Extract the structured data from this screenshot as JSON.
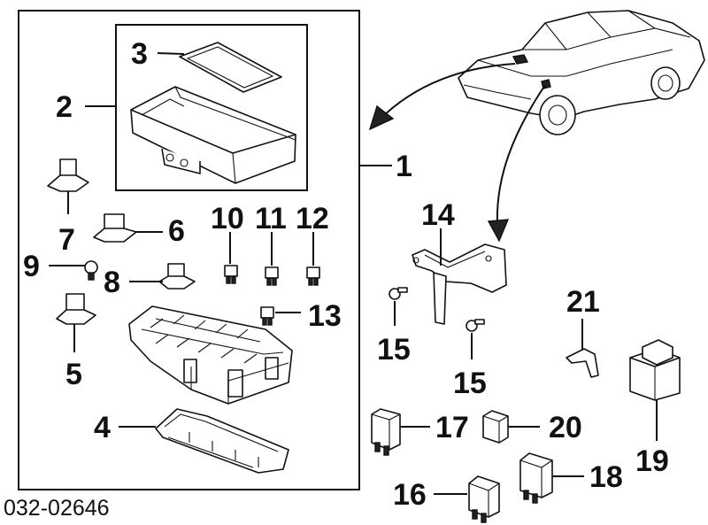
{
  "diagram_code": "032-02646",
  "callouts": {
    "n1": "1",
    "n2": "2",
    "n3": "3",
    "n4": "4",
    "n5": "5",
    "n6": "6",
    "n7": "7",
    "n8": "8",
    "n9": "9",
    "n10": "10",
    "n11": "11",
    "n12": "12",
    "n13": "13",
    "n14": "14",
    "n15a": "15",
    "n15b": "15",
    "n16": "16",
    "n17": "17",
    "n18": "18",
    "n19": "19",
    "n20": "20",
    "n21": "21"
  },
  "icons": {
    "car": "car-outline-icon",
    "arrow": "curved-arrow-icon"
  }
}
